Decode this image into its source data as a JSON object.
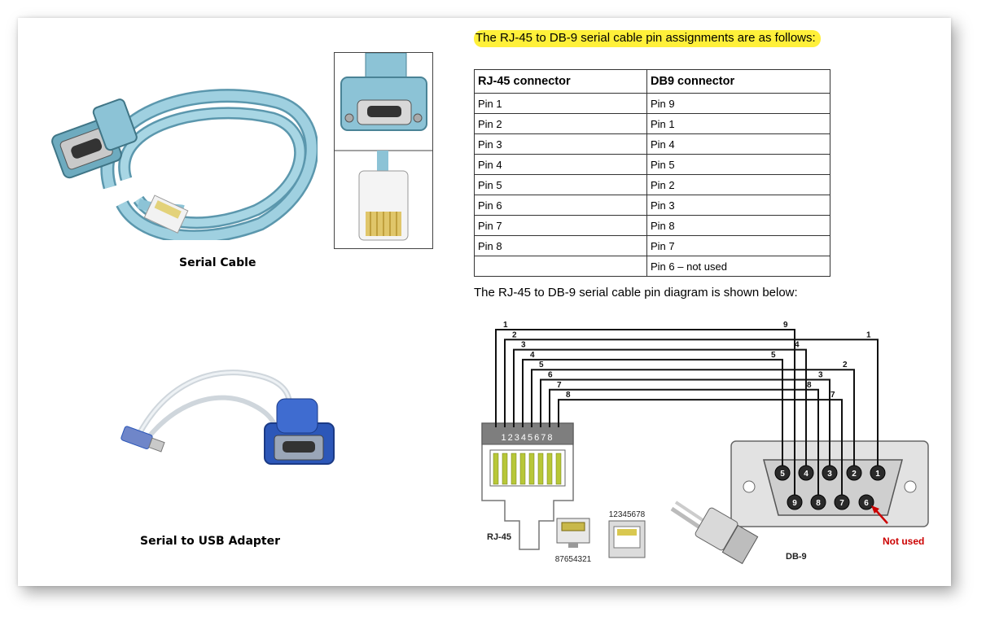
{
  "heading": "The RJ-45 to DB-9 serial cable pin assignments are as follows:",
  "table": {
    "headers": [
      "RJ-45 connector",
      "DB9 connector"
    ],
    "rows": [
      [
        "Pin 1",
        "Pin 9"
      ],
      [
        "Pin 2",
        "Pin 1"
      ],
      [
        "Pin 3",
        "Pin 4"
      ],
      [
        "Pin 4",
        "Pin 5"
      ],
      [
        "Pin 5",
        "Pin 2"
      ],
      [
        "Pin 6",
        "Pin 3"
      ],
      [
        "Pin 7",
        "Pin 8"
      ],
      [
        "Pin 8",
        "Pin 7"
      ],
      [
        "",
        "Pin 6 – not used"
      ]
    ]
  },
  "diagram_caption": "The RJ-45 to DB-9 serial cable pin diagram is shown below:",
  "captions": {
    "serial_cable": "Serial Cable",
    "usb_adapter": "Serial to USB Adapter"
  },
  "diagram": {
    "rj45_label": "RJ-45",
    "db9_label": "DB-9",
    "rj45_pin_numbers": "12345678",
    "jack_pins_top": "12345678",
    "plug_pins_bottom": "87654321",
    "not_used_label": "Not used",
    "wires": [
      {
        "rj45": "1",
        "db9": "9"
      },
      {
        "rj45": "2",
        "db9": "1"
      },
      {
        "rj45": "3",
        "db9": "4"
      },
      {
        "rj45": "4",
        "db9": "5"
      },
      {
        "rj45": "5",
        "db9": "2"
      },
      {
        "rj45": "6",
        "db9": "3"
      },
      {
        "rj45": "7",
        "db9": "8"
      },
      {
        "rj45": "8",
        "db9": "7"
      }
    ],
    "db9_top_row": [
      "5",
      "4",
      "3",
      "2",
      "1"
    ],
    "db9_bottom_row": [
      "9",
      "8",
      "7",
      "6"
    ]
  },
  "colors": {
    "cable": "#8cc3d6",
    "highlight": "#fff03a",
    "not_used": "#cc0000",
    "adapter_blue": "#2c57b8"
  }
}
